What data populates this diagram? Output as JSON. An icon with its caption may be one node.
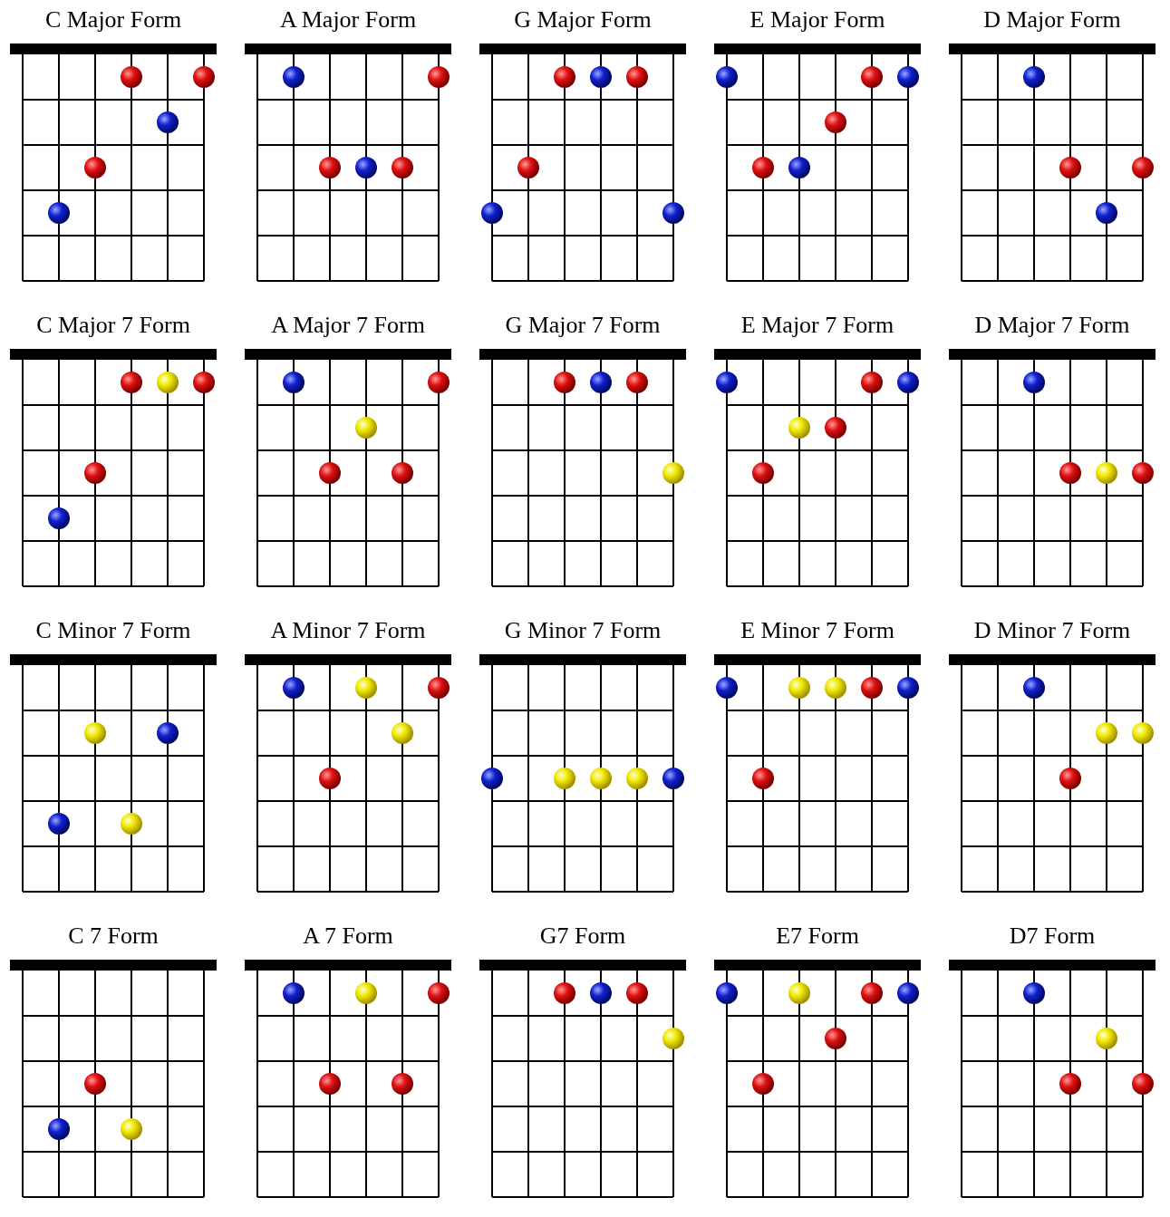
{
  "diagram": {
    "nodes": [
      {
        "text": [
          "C Major Form"
        ]
      },
      {
        "text": [
          "A Major Form"
        ]
      },
      {
        "text": [
          "G Major Form"
        ]
      },
      {
        "text": [
          "E Major Form"
        ]
      },
      {
        "text": [
          "D Major Form"
        ]
      },
      {
        "text": [
          "C Major 7 Form"
        ]
      },
      {
        "text": [
          "A Major 7 Form"
        ]
      },
      {
        "text": [
          "G Major 7 Form"
        ]
      },
      {
        "text": [
          "E Major 7 Form"
        ]
      },
      {
        "text": [
          "D Major 7 Form"
        ]
      },
      {
        "text": [
          "C Minor 7 Form"
        ]
      },
      {
        "text": [
          "A Minor 7 Form"
        ]
      },
      {
        "text": [
          "G Minor 7 Form"
        ]
      },
      {
        "text": [
          "E Minor 7 Form"
        ]
      },
      {
        "text": [
          "D Minor 7 Form"
        ]
      },
      {
        "text": [
          "C 7 Form"
        ]
      },
      {
        "text": [
          "A 7 Form"
        ]
      },
      {
        "text": [
          "G7 Form"
        ]
      },
      {
        "text": [
          "E7 Form"
        ]
      },
      {
        "text": [
          "D7 Form"
        ]
      }
    ]
  }
}
